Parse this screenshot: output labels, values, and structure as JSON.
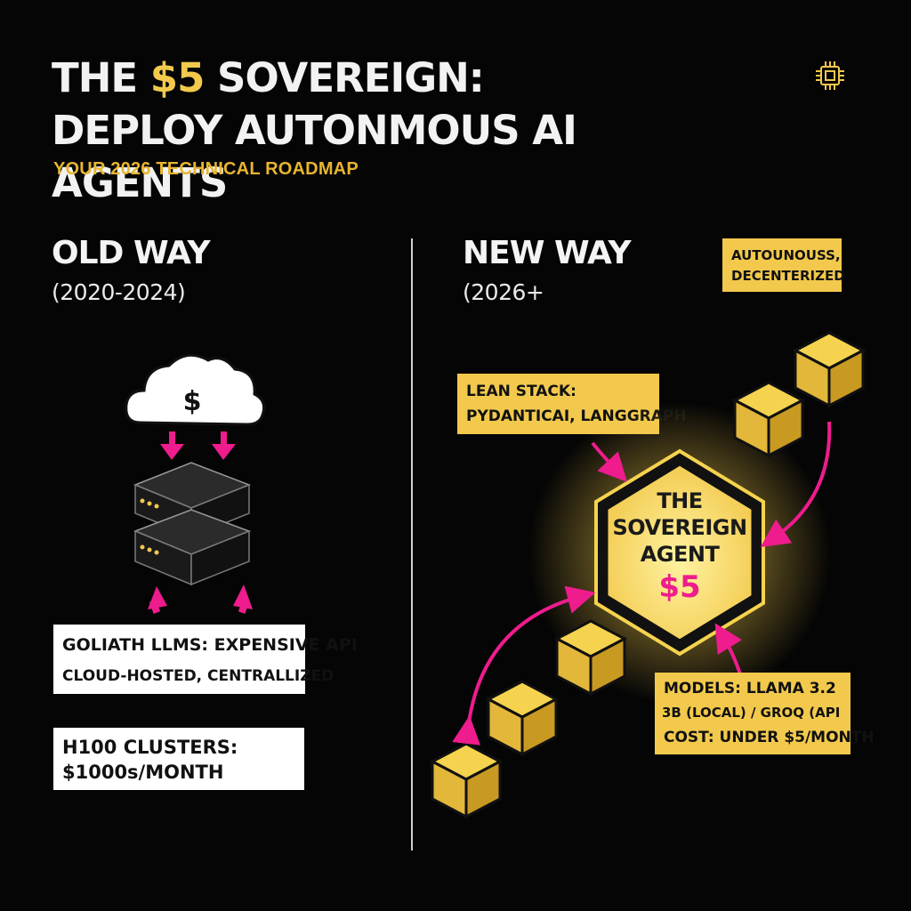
{
  "header": {
    "title_pre": "THE ",
    "title_highlight": "$5",
    "title_post": " SOVEREIGN: DEPLOY AUTONMOUS AI AGENTS",
    "subtitle": "YOUR 2026 TECHNICAL ROADMAP",
    "icon": "chip-icon"
  },
  "old_way": {
    "heading": "OLD WAY",
    "years": "(2020-2024)",
    "cloud_symbol": "$",
    "box1_line1": "GOLIATH LLMS: EXPENSIVE API",
    "box1_line2": "CLOUD-HOSTED, CENTRALLIZED",
    "box2_line1": "H100 CLUSTERS:",
    "box2_line2": "$1000s/MONTH"
  },
  "new_way": {
    "heading": "NEW WAY",
    "years": "(2026+",
    "tag_line1": "AUTOUNOUSS,",
    "tag_line2": "DECENTERIZED",
    "stack_line1": "LEAN STACK:",
    "stack_line2": "PYDANTICAI, LANGGRAPH",
    "agent_line1": "THE",
    "agent_line2": "SOVEREIGN",
    "agent_line3": "AGENT",
    "agent_price": "$5",
    "models_line1": "MODELS: LLAMA 3.2",
    "models_line2": "3B (LOCAL) / GROQ (API",
    "models_line3": "COST: UNDER $5/MONTH"
  },
  "colors": {
    "background": "#050505",
    "accent_yellow": "#f2c94c",
    "accent_magenta": "#ee1c8d",
    "text_white": "#f2f2f2"
  }
}
